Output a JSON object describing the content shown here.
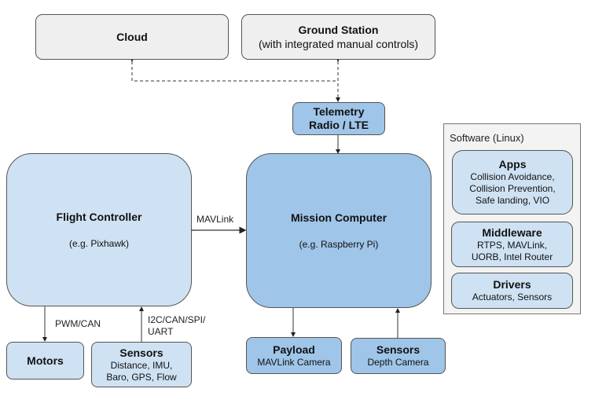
{
  "cloud": {
    "title": "Cloud"
  },
  "ground_station": {
    "title": "Ground Station",
    "subtitle": "(with integrated manual controls)"
  },
  "telemetry": {
    "line1": "Telemetry",
    "line2": "Radio / LTE"
  },
  "flight_controller": {
    "title": "Flight Controller",
    "subtitle": "(e.g. Pixhawk)"
  },
  "mission_computer": {
    "title": "Mission Computer",
    "subtitle": "(e.g. Raspberry Pi)"
  },
  "links": {
    "mavlink": "MAVLink",
    "pwm_can": "PWM/CAN",
    "sensor_bus_line1": "I2C/CAN/SPI/",
    "sensor_bus_line2": "UART"
  },
  "motors": {
    "title": "Motors"
  },
  "fc_sensors": {
    "title": "Sensors",
    "line1": "Distance, IMU,",
    "line2": "Baro, GPS, Flow"
  },
  "payload": {
    "title": "Payload",
    "subtitle": "MAVLink Camera"
  },
  "mc_sensors": {
    "title": "Sensors",
    "subtitle": "Depth Camera"
  },
  "software": {
    "heading": "Software (Linux)",
    "apps": {
      "title": "Apps",
      "lines": [
        "Collision Avoidance,",
        "Collision Prevention,",
        "Safe landing, VIO"
      ]
    },
    "middleware": {
      "title": "Middleware",
      "lines": [
        "RTPS, MAVLink,",
        "UORB, Intel Router"
      ]
    },
    "drivers": {
      "title": "Drivers",
      "lines": [
        "Actuators, Sensors"
      ]
    }
  },
  "colors": {
    "grey_fill": "#efefef",
    "light_blue_fill": "#cfe2f3",
    "mid_blue_fill": "#9fc5e8",
    "border": "#555555"
  }
}
